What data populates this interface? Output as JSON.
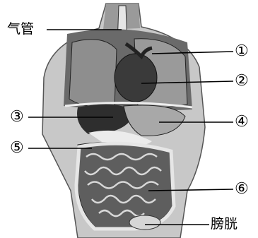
{
  "labels": {
    "trachea": "气管",
    "bladder": "膀胱",
    "n1": "①",
    "n2": "②",
    "n3": "③",
    "n4": "④",
    "n5": "⑤",
    "n6": "⑥"
  },
  "colors": {
    "skin": "#bdbdbd",
    "dark": "#4a4a4a",
    "organ_dark": "#2e2e2e",
    "outline": "#000000"
  }
}
